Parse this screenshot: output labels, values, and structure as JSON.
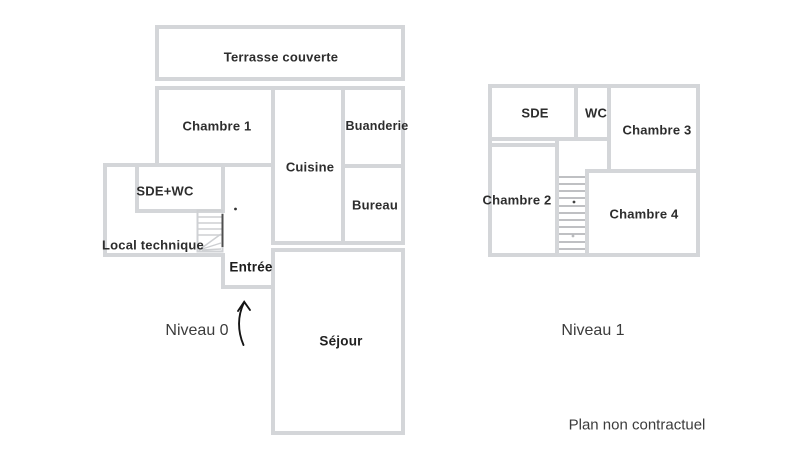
{
  "canvas": {
    "background": "#ffffff",
    "wall_color": "#d4d6d9",
    "stair_tread_color": "#aaacaf",
    "label_color": "#2d2d2d",
    "caption_color": "#3c3c3c",
    "arrow_color": "#151515"
  },
  "levels": [
    {
      "caption": "Niveau 0",
      "rooms": [
        {
          "label": "Terrasse couverte"
        },
        {
          "label": "Chambre 1"
        },
        {
          "label": "Cuisine"
        },
        {
          "label": "Buanderie"
        },
        {
          "label": "Bureau"
        },
        {
          "label": "SDE+WC"
        },
        {
          "label": "Local technique"
        },
        {
          "label": "Entrée"
        },
        {
          "label": "Séjour"
        }
      ],
      "icons": [
        "staircase",
        "up-arrow"
      ]
    },
    {
      "caption": "Niveau 1",
      "rooms": [
        {
          "label": "SDE"
        },
        {
          "label": "WC"
        },
        {
          "label": "Chambre 3"
        },
        {
          "label": "Chambre 2"
        },
        {
          "label": "Chambre 4"
        }
      ],
      "icons": [
        "staircase"
      ]
    }
  ],
  "footer": {
    "disclaimer": "Plan non contractuel"
  }
}
